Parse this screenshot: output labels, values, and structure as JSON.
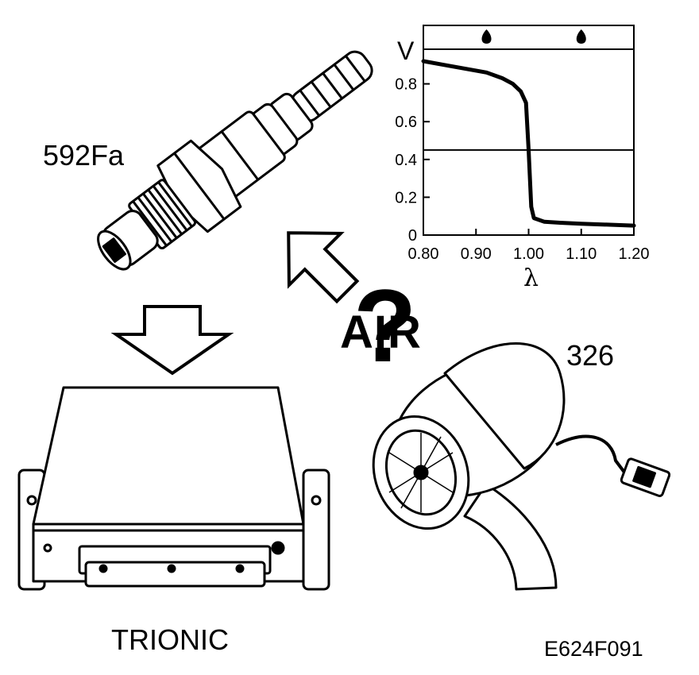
{
  "labels": {
    "sensor": "592Fa",
    "pump": "326",
    "ecu": "TRIONIC",
    "air": "AIR",
    "question": "?",
    "figure_code": "E624F091"
  },
  "chart_data": {
    "type": "line",
    "xlabel": "λ",
    "ylabel": "V",
    "xlim": [
      0.8,
      1.2
    ],
    "ylim": [
      0,
      1.0
    ],
    "x_ticks": [
      "0.80",
      "0.90",
      "1.00",
      "1.10",
      "1.20"
    ],
    "y_ticks": [
      "0",
      "0.2",
      "0.4",
      "0.6",
      "0.8"
    ],
    "threshold": 0.45,
    "top_icons": [
      {
        "x": 0.92,
        "icon": "fuel-drop-icon"
      },
      {
        "x": 1.1,
        "icon": "fuel-drop-icon"
      }
    ],
    "series": [
      {
        "x": [
          0.8,
          0.84,
          0.88,
          0.92,
          0.95,
          0.97,
          0.985,
          0.995,
          1.0,
          1.005,
          1.01,
          1.03,
          1.06,
          1.1,
          1.15,
          1.2
        ],
        "values": [
          0.92,
          0.9,
          0.88,
          0.86,
          0.83,
          0.8,
          0.76,
          0.7,
          0.45,
          0.15,
          0.09,
          0.07,
          0.065,
          0.06,
          0.055,
          0.05
        ]
      }
    ],
    "grid": false
  }
}
